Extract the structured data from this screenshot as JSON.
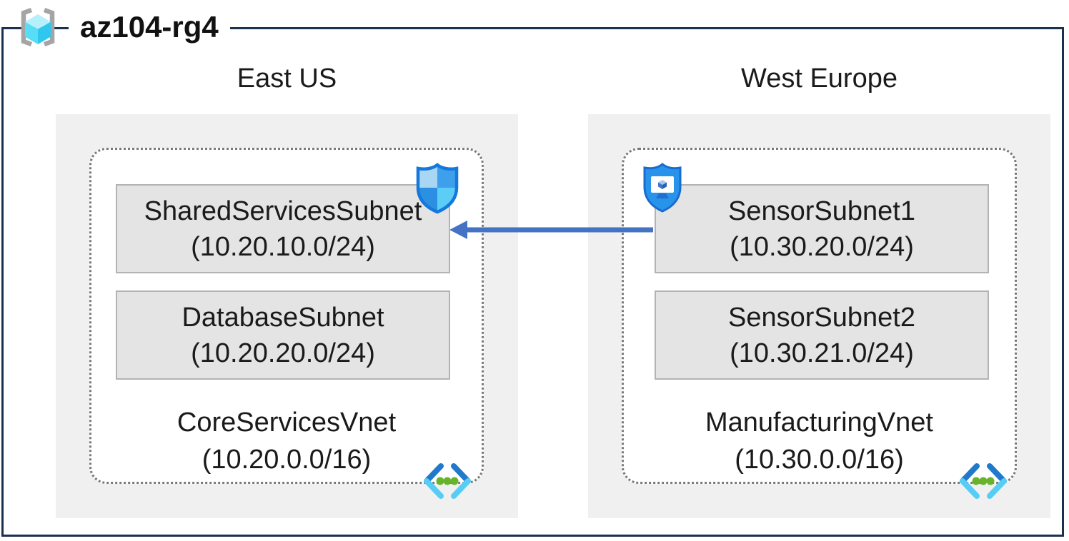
{
  "resource_group": {
    "name": "az104-rg4",
    "icon": "resource-group-icon"
  },
  "regions": [
    {
      "name": "East US",
      "vnet": {
        "name": "CoreServicesVnet",
        "cidr": "(10.20.0.0/16)",
        "icon": "virtual-network-icon"
      },
      "subnets": [
        {
          "name": "SharedServicesSubnet",
          "cidr": "(10.20.10.0/24)",
          "badge_icon": "network-security-group-icon"
        },
        {
          "name": "DatabaseSubnet",
          "cidr": "(10.20.20.0/24)"
        }
      ]
    },
    {
      "name": "West Europe",
      "vnet": {
        "name": "ManufacturingVnet",
        "cidr": "(10.30.0.0/16)",
        "icon": "virtual-network-icon"
      },
      "subnets": [
        {
          "name": "SensorSubnet1",
          "cidr": "(10.30.20.0/24)",
          "badge_icon": "application-security-group-icon"
        },
        {
          "name": "SensorSubnet2",
          "cidr": "(10.30.21.0/24)"
        }
      ]
    }
  ],
  "connection": {
    "from": "SensorSubnet1",
    "to": "SharedServicesSubnet",
    "direction": "right-to-left",
    "color": "#4472c4"
  },
  "colors": {
    "frame_border": "#1c3050",
    "region_fill": "#f0f0f0",
    "subnet_fill": "#e4e4e4",
    "subnet_border": "#b3b3b3",
    "vnet_dotted_border": "#7a7a7a",
    "arrow_blue": "#4472c4",
    "azure_blue": "#1478dc",
    "cyan": "#55cdf5",
    "green_dot": "#68b32c"
  }
}
